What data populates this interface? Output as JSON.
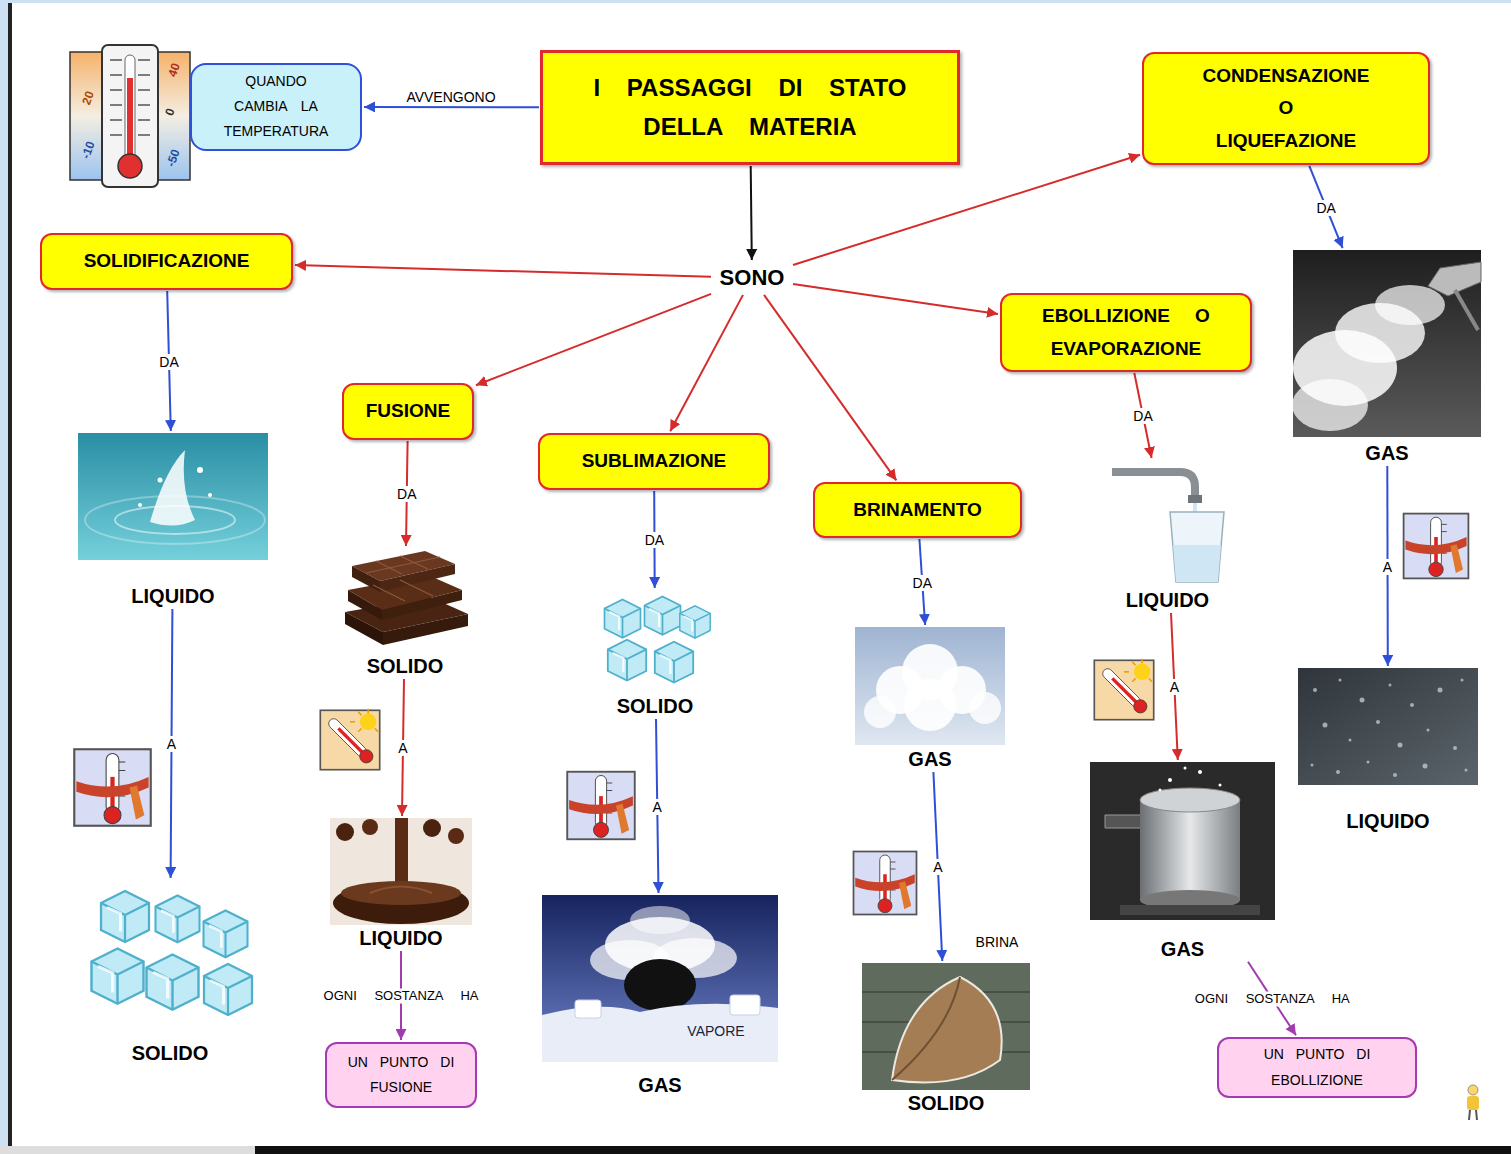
{
  "diagram": {
    "nodes": [
      {
        "text": [
          "I PASSAGGI DI STATO DELLA MATERIA"
        ]
      },
      {
        "text": [
          "QUANDO CAMBIA LA TEMPERATURA"
        ]
      },
      {
        "text": [
          "CONDENSAZIONE O LIQUEFAZIONE"
        ]
      },
      {
        "text": [
          "SOLIDIFICAZIONE"
        ]
      },
      {
        "text": [
          "SONO"
        ]
      },
      {
        "text": [
          "EBOLLIZIONE O EVAPORAZIONE"
        ]
      },
      {
        "text": [
          "FUSIONE"
        ]
      },
      {
        "text": [
          "SUBLIMAZIONE"
        ]
      },
      {
        "text": [
          "BRINAMENTO"
        ]
      },
      {
        "text": [
          "GAS"
        ]
      },
      {
        "text": [
          "LIQUIDO"
        ]
      },
      {
        "text": [
          "LIQUIDO"
        ]
      },
      {
        "text": [
          "SOLIDO"
        ]
      },
      {
        "text": [
          "SOLIDO"
        ]
      },
      {
        "text": [
          "GAS"
        ]
      },
      {
        "text": [
          "LIQUIDO"
        ]
      },
      {
        "text": [
          "GAS"
        ]
      },
      {
        "text": [
          "LIQUIDO"
        ]
      },
      {
        "text": [
          "SOLIDO"
        ]
      },
      {
        "text": [
          "GAS"
        ]
      },
      {
        "text": [
          "SOLIDO"
        ]
      },
      {
        "text": [
          "UN PUNTO DI EBOLLIZIONE"
        ]
      },
      {
        "text": [
          "UN PUNTO DI FUSIONE"
        ]
      }
    ],
    "edges": [
      {
        "from": 0,
        "to": 1,
        "label": "AVVENGONO",
        "arrow": "to"
      },
      {
        "from": 0,
        "to": 4,
        "arrow": "to"
      },
      {
        "from": 4,
        "to": 3,
        "arrow": "to"
      },
      {
        "from": 4,
        "to": 6,
        "arrow": "to"
      },
      {
        "from": 4,
        "to": 7,
        "arrow": "to"
      },
      {
        "from": 4,
        "to": 8,
        "arrow": "to"
      },
      {
        "from": 4,
        "to": 5,
        "arrow": "to"
      },
      {
        "from": 4,
        "to": 2,
        "arrow": "to"
      },
      {
        "from": 3,
        "to": 10,
        "label": "DA",
        "arrow": "to"
      },
      {
        "from": 10,
        "to": 18,
        "label": "A",
        "arrow": "to"
      },
      {
        "from": 6,
        "to": 12,
        "label": "DA",
        "arrow": "to"
      },
      {
        "from": 12,
        "to": 17,
        "label": "A",
        "arrow": "to"
      },
      {
        "from": 17,
        "to": 22,
        "label": "OGNI SOSTANZA HA",
        "arrow": "to"
      },
      {
        "from": 7,
        "to": 13,
        "label": "DA",
        "arrow": "to"
      },
      {
        "from": 13,
        "to": 19,
        "label": "A",
        "arrow": "to"
      },
      {
        "from": 8,
        "to": 14,
        "label": "DA",
        "arrow": "to"
      },
      {
        "from": 14,
        "to": 20,
        "label": "A",
        "arrow": "to"
      },
      {
        "from": 5,
        "to": 11,
        "label": "DA",
        "arrow": "to"
      },
      {
        "from": 11,
        "to": 16,
        "label": "A",
        "arrow": "to"
      },
      {
        "from": 16,
        "to": 21,
        "label": "OGNI SOSTANZA HA",
        "arrow": "to"
      },
      {
        "from": 2,
        "to": 9,
        "label": "DA",
        "arrow": "to"
      },
      {
        "from": 9,
        "to": 15,
        "label": "A",
        "arrow": "to"
      }
    ],
    "labels": [
      "40",
      "20",
      "0",
      "-10",
      "-50",
      "VAPORE",
      "BRINA"
    ]
  }
}
